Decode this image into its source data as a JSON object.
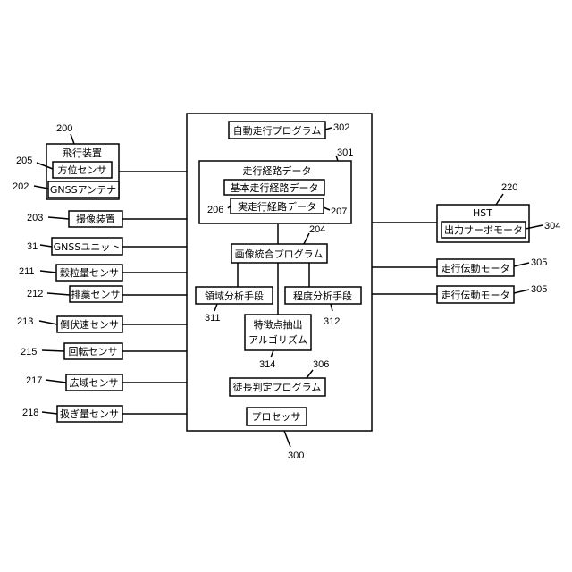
{
  "controller": {
    "ref": "300",
    "programs": {
      "auto_travel": {
        "label": "自動走行プログラム",
        "ref": "302"
      },
      "route_data": {
        "label": "走行経路データ",
        "ref": "301"
      },
      "basic_route": {
        "label": "基本走行経路データ",
        "ref": "206"
      },
      "actual_route": {
        "label": "実走行経路データ",
        "ref": "207"
      },
      "image_integration": {
        "label": "画像統合プログラム",
        "ref": "204"
      },
      "region_analysis": {
        "label": "領域分析手段",
        "ref": "311"
      },
      "degree_analysis": {
        "label": "程度分析手段",
        "ref": "312"
      },
      "feature_extraction": {
        "line1": "特徴点抽出",
        "line2": "アルゴリズム",
        "ref": "314"
      },
      "overgrowth_judgment": {
        "label": "徒長判定プログラム",
        "ref": "306"
      },
      "processor": {
        "label": "プロセッサ"
      }
    }
  },
  "left_components": {
    "flight_device": {
      "label": "飛行装置",
      "ref": "200"
    },
    "direction_sensor": {
      "label": "方位センサ",
      "ref": "205"
    },
    "gnss_antenna": {
      "label": "GNSSアンテナ",
      "ref": "202"
    },
    "imaging_device": {
      "label": "撮像装置",
      "ref": "203"
    },
    "gnss_unit": {
      "label": "GNSSユニット",
      "ref": "31"
    },
    "grain_sensor": {
      "label": "穀粒量センサ",
      "ref": "211"
    },
    "stalk_sensor": {
      "label": "排藁センサ",
      "ref": "212"
    },
    "lodging_speed_sensor": {
      "label": "倒伏速センサ",
      "ref": "213"
    },
    "rotation_sensor": {
      "label": "回転センサ",
      "ref": "215"
    },
    "wide_area_sensor": {
      "label": "広域センサ",
      "ref": "217"
    },
    "pull_amount_sensor": {
      "label": "扱ぎ量センサ",
      "ref": "218"
    }
  },
  "right_components": {
    "hst": {
      "label": "HST",
      "ref": "220"
    },
    "servo_motor": {
      "label": "出力サーボモータ",
      "ref": "304"
    },
    "travel_motor_1": {
      "label": "走行伝動モータ",
      "ref": "305"
    },
    "travel_motor_2": {
      "label": "走行伝動モータ",
      "ref": "305"
    }
  }
}
